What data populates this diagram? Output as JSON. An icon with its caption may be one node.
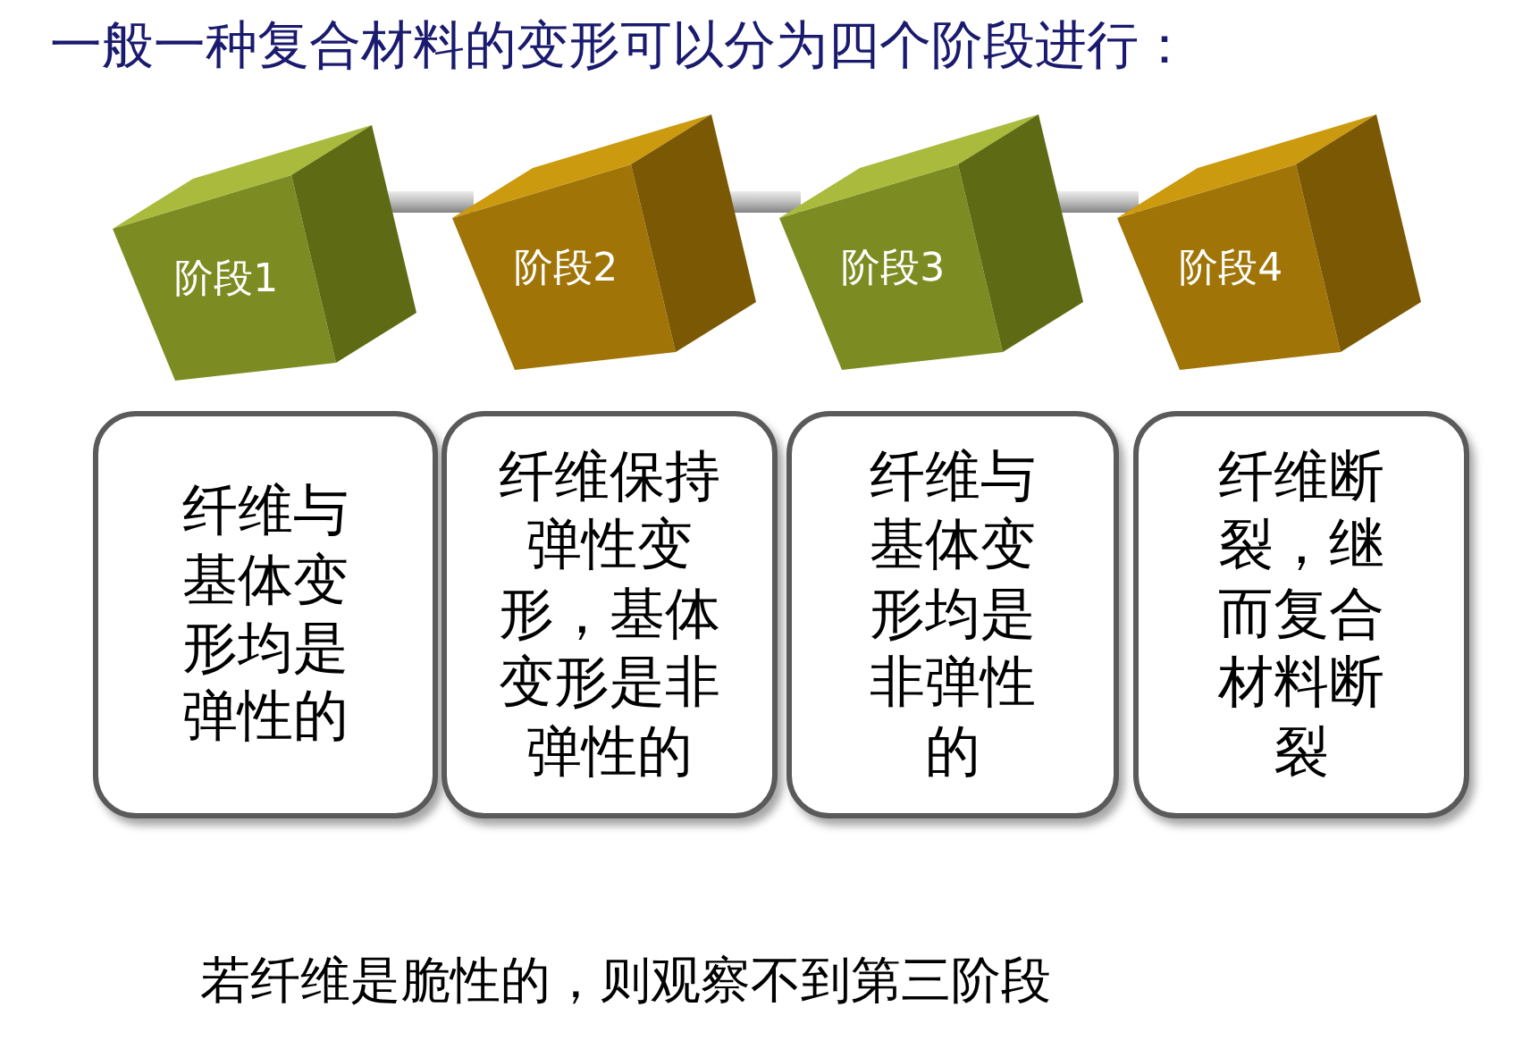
{
  "diagram": {
    "title": "一般一种复合材料的变形可以分为四个阶段进行：",
    "nodes": [
      {
        "text": [
          "阶段1"
        ]
      },
      {
        "text": [
          "阶段2"
        ]
      },
      {
        "text": [
          "阶段3"
        ]
      },
      {
        "text": [
          "阶段4"
        ]
      },
      {
        "text": [
          "纤维与基体变形均是弹性的"
        ]
      },
      {
        "text": [
          "纤维保持弹性变形，基体变形是非弹性的"
        ]
      },
      {
        "text": [
          "纤维与基体变形均是非弹性的"
        ]
      },
      {
        "text": [
          "纤维断裂，继而复合材料断裂"
        ]
      }
    ],
    "edges": [
      {
        "from": 0,
        "to": 1,
        "arrow": "none"
      },
      {
        "from": 1,
        "to": 2,
        "arrow": "none"
      },
      {
        "from": 2,
        "to": 3,
        "arrow": "none"
      }
    ],
    "caption": "若纤维是脆性的，则观察不到第三阶段"
  }
}
